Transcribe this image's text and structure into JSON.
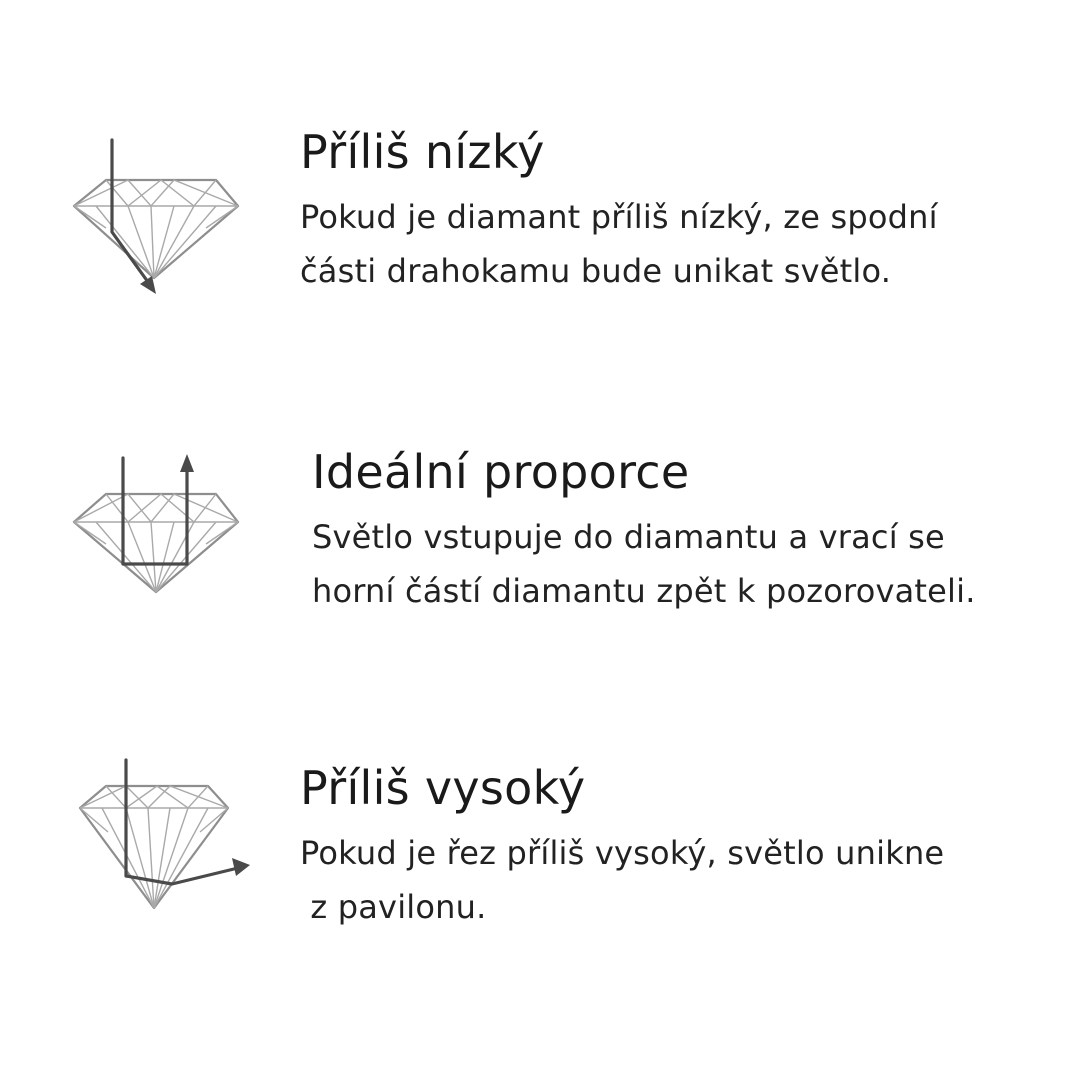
{
  "sections": [
    {
      "title": "Příliš nízký",
      "desc_line1": "Pokud je diamant příliš nízký, ze spodní",
      "desc_line2": "části drahokamu bude unikat světlo.",
      "icon": "shallow-cut-diamond-icon"
    },
    {
      "title": "Ideální proporce",
      "desc_line1": "Světlo vstupuje do diamantu a vrací se",
      "desc_line2": "horní částí diamantu zpět k pozorovateli.",
      "icon": "ideal-cut-diamond-icon"
    },
    {
      "title": "Příliš vysoký",
      "desc_line1": "Pokud je řez příliš vysoký, světlo unikne",
      "desc_line2": " z pavilonu.",
      "icon": "deep-cut-diamond-icon"
    }
  ],
  "colors": {
    "background": "#ffffff",
    "text": "#1a1a1a",
    "diamond_lines": "#a9a9a9",
    "ray": "#4a4a4a"
  }
}
